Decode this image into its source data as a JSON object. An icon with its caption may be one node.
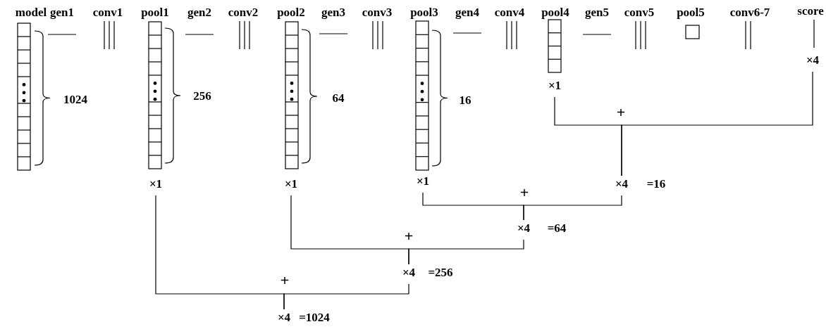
{
  "diagram": {
    "nodes": [
      {
        "text": [
          "×1"
        ]
      },
      {
        "text": [
          "×1"
        ]
      },
      {
        "text": [
          "×1"
        ]
      },
      {
        "text": [
          "×1"
        ]
      },
      {
        "text": [
          "×4"
        ]
      },
      {
        "text": [
          "×4"
        ],
        "beside": [
          "=16"
        ]
      },
      {
        "text": [
          "×4"
        ],
        "beside": [
          "=64"
        ]
      },
      {
        "text": [
          "×4"
        ],
        "beside": [
          "=256"
        ]
      },
      {
        "text": [
          "×4"
        ],
        "beside": [
          "=1024"
        ]
      }
    ],
    "edges": [
      {
        "from": 3,
        "to": 5,
        "arrow": "none"
      },
      {
        "from": 4,
        "to": 5,
        "arrow": "none"
      },
      {
        "from": 2,
        "to": 6,
        "arrow": "none"
      },
      {
        "from": 5,
        "to": 6,
        "arrow": "none"
      },
      {
        "from": 1,
        "to": 7,
        "arrow": "none"
      },
      {
        "from": 6,
        "to": 7,
        "arrow": "none"
      },
      {
        "from": 0,
        "to": 8,
        "arrow": "none"
      },
      {
        "from": 7,
        "to": 8,
        "arrow": "none"
      }
    ],
    "labels": [
      "model",
      "gen1",
      "conv1",
      "pool1",
      "gen2",
      "conv2",
      "pool2",
      "gen3",
      "conv3",
      "pool3",
      "gen4",
      "conv4",
      "pool4",
      "gen5",
      "conv5",
      "pool5",
      "conv6-7",
      "score",
      "1024",
      "256",
      "64",
      "16",
      "+",
      "+",
      "+",
      "+"
    ]
  }
}
